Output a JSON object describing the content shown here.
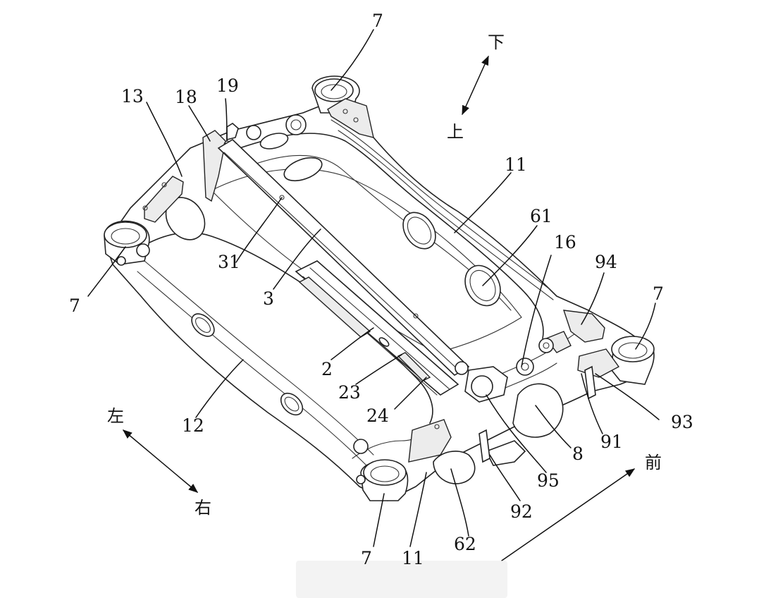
{
  "labels": {
    "l7a": "7",
    "l7b": "7",
    "l7c": "7",
    "l7d": "7",
    "l13": "13",
    "l18": "18",
    "l19": "19",
    "l11a": "11",
    "l11b": "11",
    "l61": "61",
    "l16": "16",
    "l94": "94",
    "l31": "31",
    "l3": "3",
    "l2": "2",
    "l23": "23",
    "l24": "24",
    "l12": "12",
    "l8": "8",
    "l91": "91",
    "l93": "93",
    "l95": "95",
    "l92": "92",
    "l62": "62"
  },
  "directions": {
    "down": "下",
    "up": "上",
    "left": "左",
    "right": "右",
    "front": "前"
  }
}
